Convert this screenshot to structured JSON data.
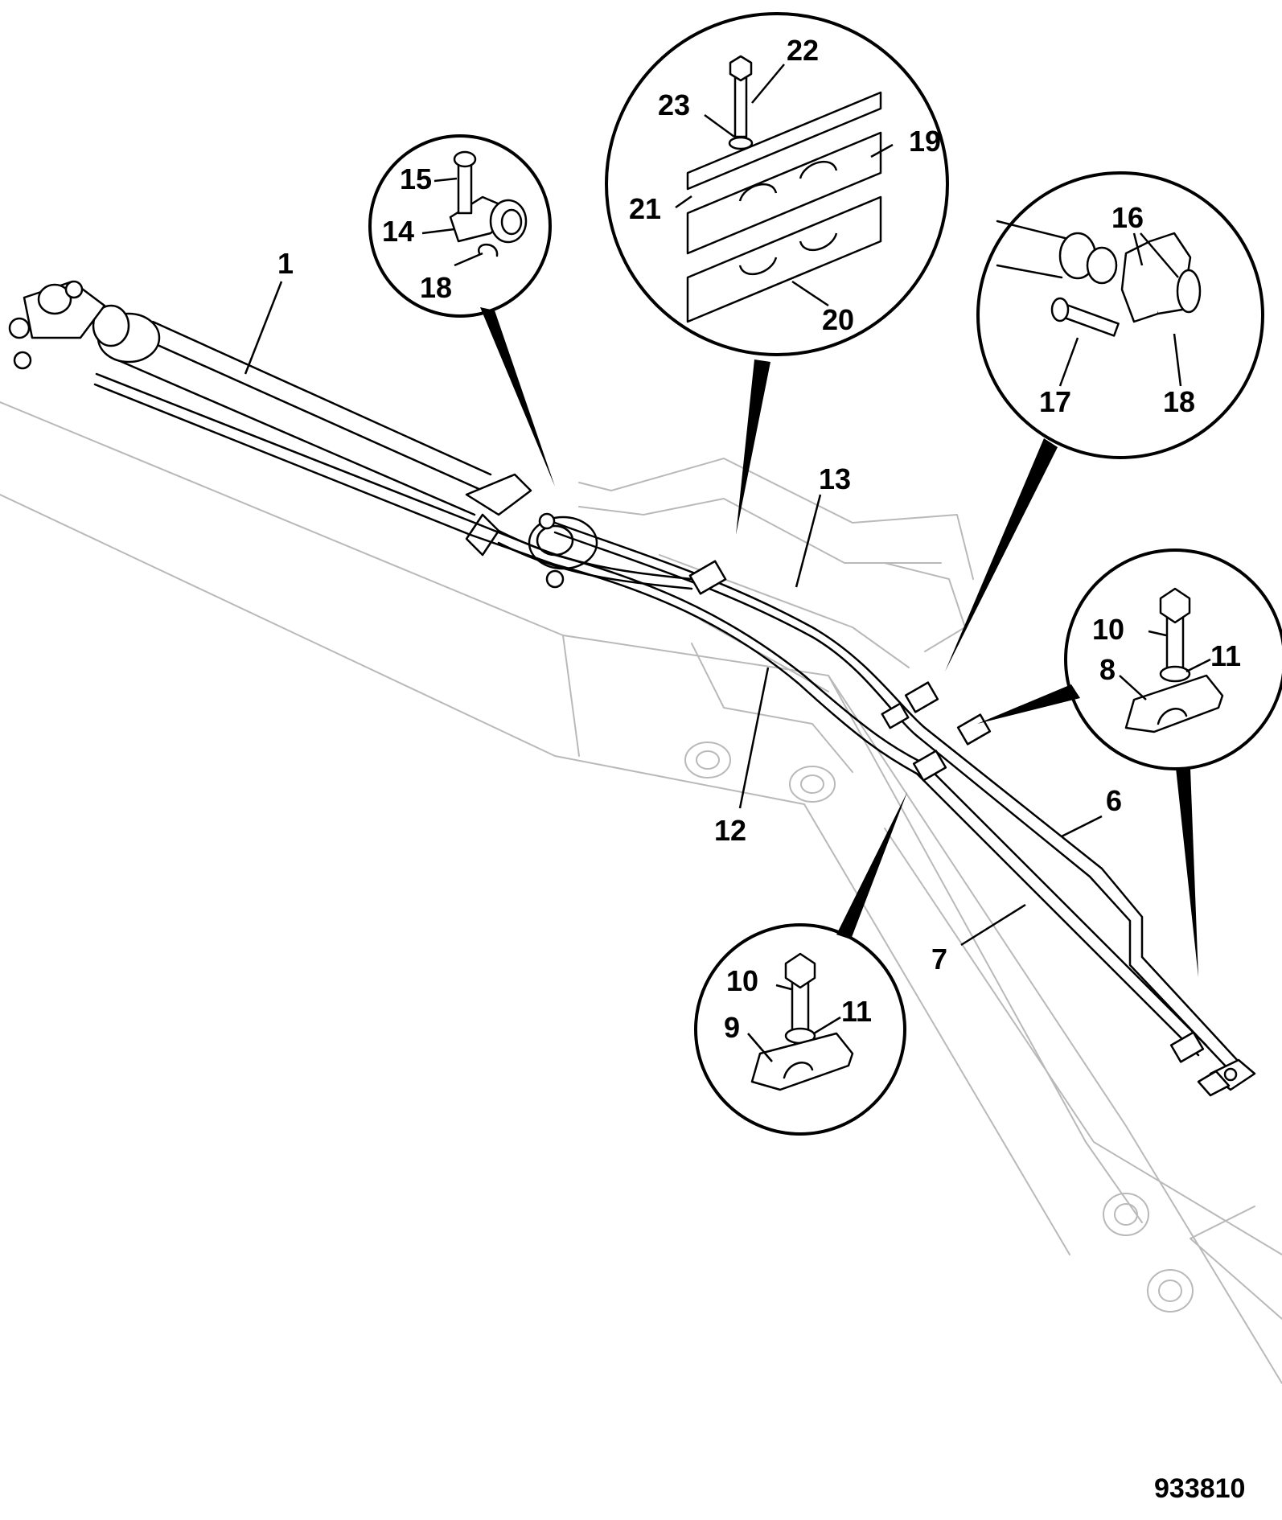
{
  "figure_id": "933810",
  "callouts": {
    "c1": "1",
    "c6": "6",
    "c7": "7",
    "c8": "8",
    "c9": "9",
    "c10a": "10",
    "c10b": "10",
    "c11a": "11",
    "c11b": "11",
    "c12": "12",
    "c13": "13",
    "c14": "14",
    "c15": "15",
    "c16": "16",
    "c17": "17",
    "c18a": "18",
    "c18b": "18",
    "c19": "19",
    "c20": "20",
    "c21": "21",
    "c22": "22",
    "c23": "23"
  }
}
